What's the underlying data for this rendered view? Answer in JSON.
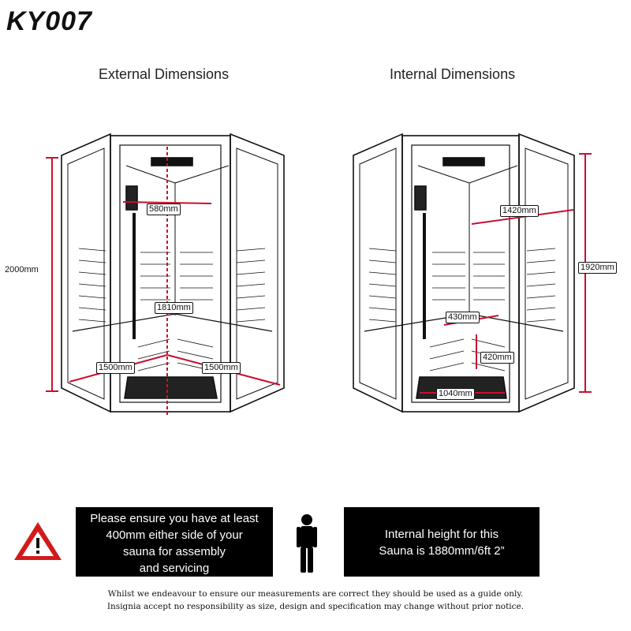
{
  "model": "KY007",
  "headings": {
    "external": "External Dimensions",
    "internal": "Internal Dimensions"
  },
  "external_dims": {
    "height": "2000mm",
    "width_back": "580mm",
    "inner_height": "1810mm",
    "side_left": "1500mm",
    "side_right": "1500mm"
  },
  "internal_dims": {
    "diagonal": "1420mm",
    "height": "1920mm",
    "bench_depth": "430mm",
    "bench_height": "420mm",
    "front_width": "1040mm"
  },
  "notices": {
    "left": [
      "Please ensure you have at least",
      "400mm either side of your",
      "sauna for assembly",
      "and servicing"
    ],
    "right": [
      "Internal height for this",
      "Sauna is 1880mm/6ft 2”"
    ]
  },
  "icons": {
    "warning": "warning-triangle-icon",
    "person": "person-silhouette-icon"
  },
  "colors": {
    "dimension_line": "#c8102e",
    "warning_red": "#d31a1a"
  },
  "disclaimer": [
    "Whilst we endeavour to ensure our measurements are correct they should be used as a guide only.",
    "Insignia accept no responsibility as size, design and specification may change without prior notice."
  ]
}
